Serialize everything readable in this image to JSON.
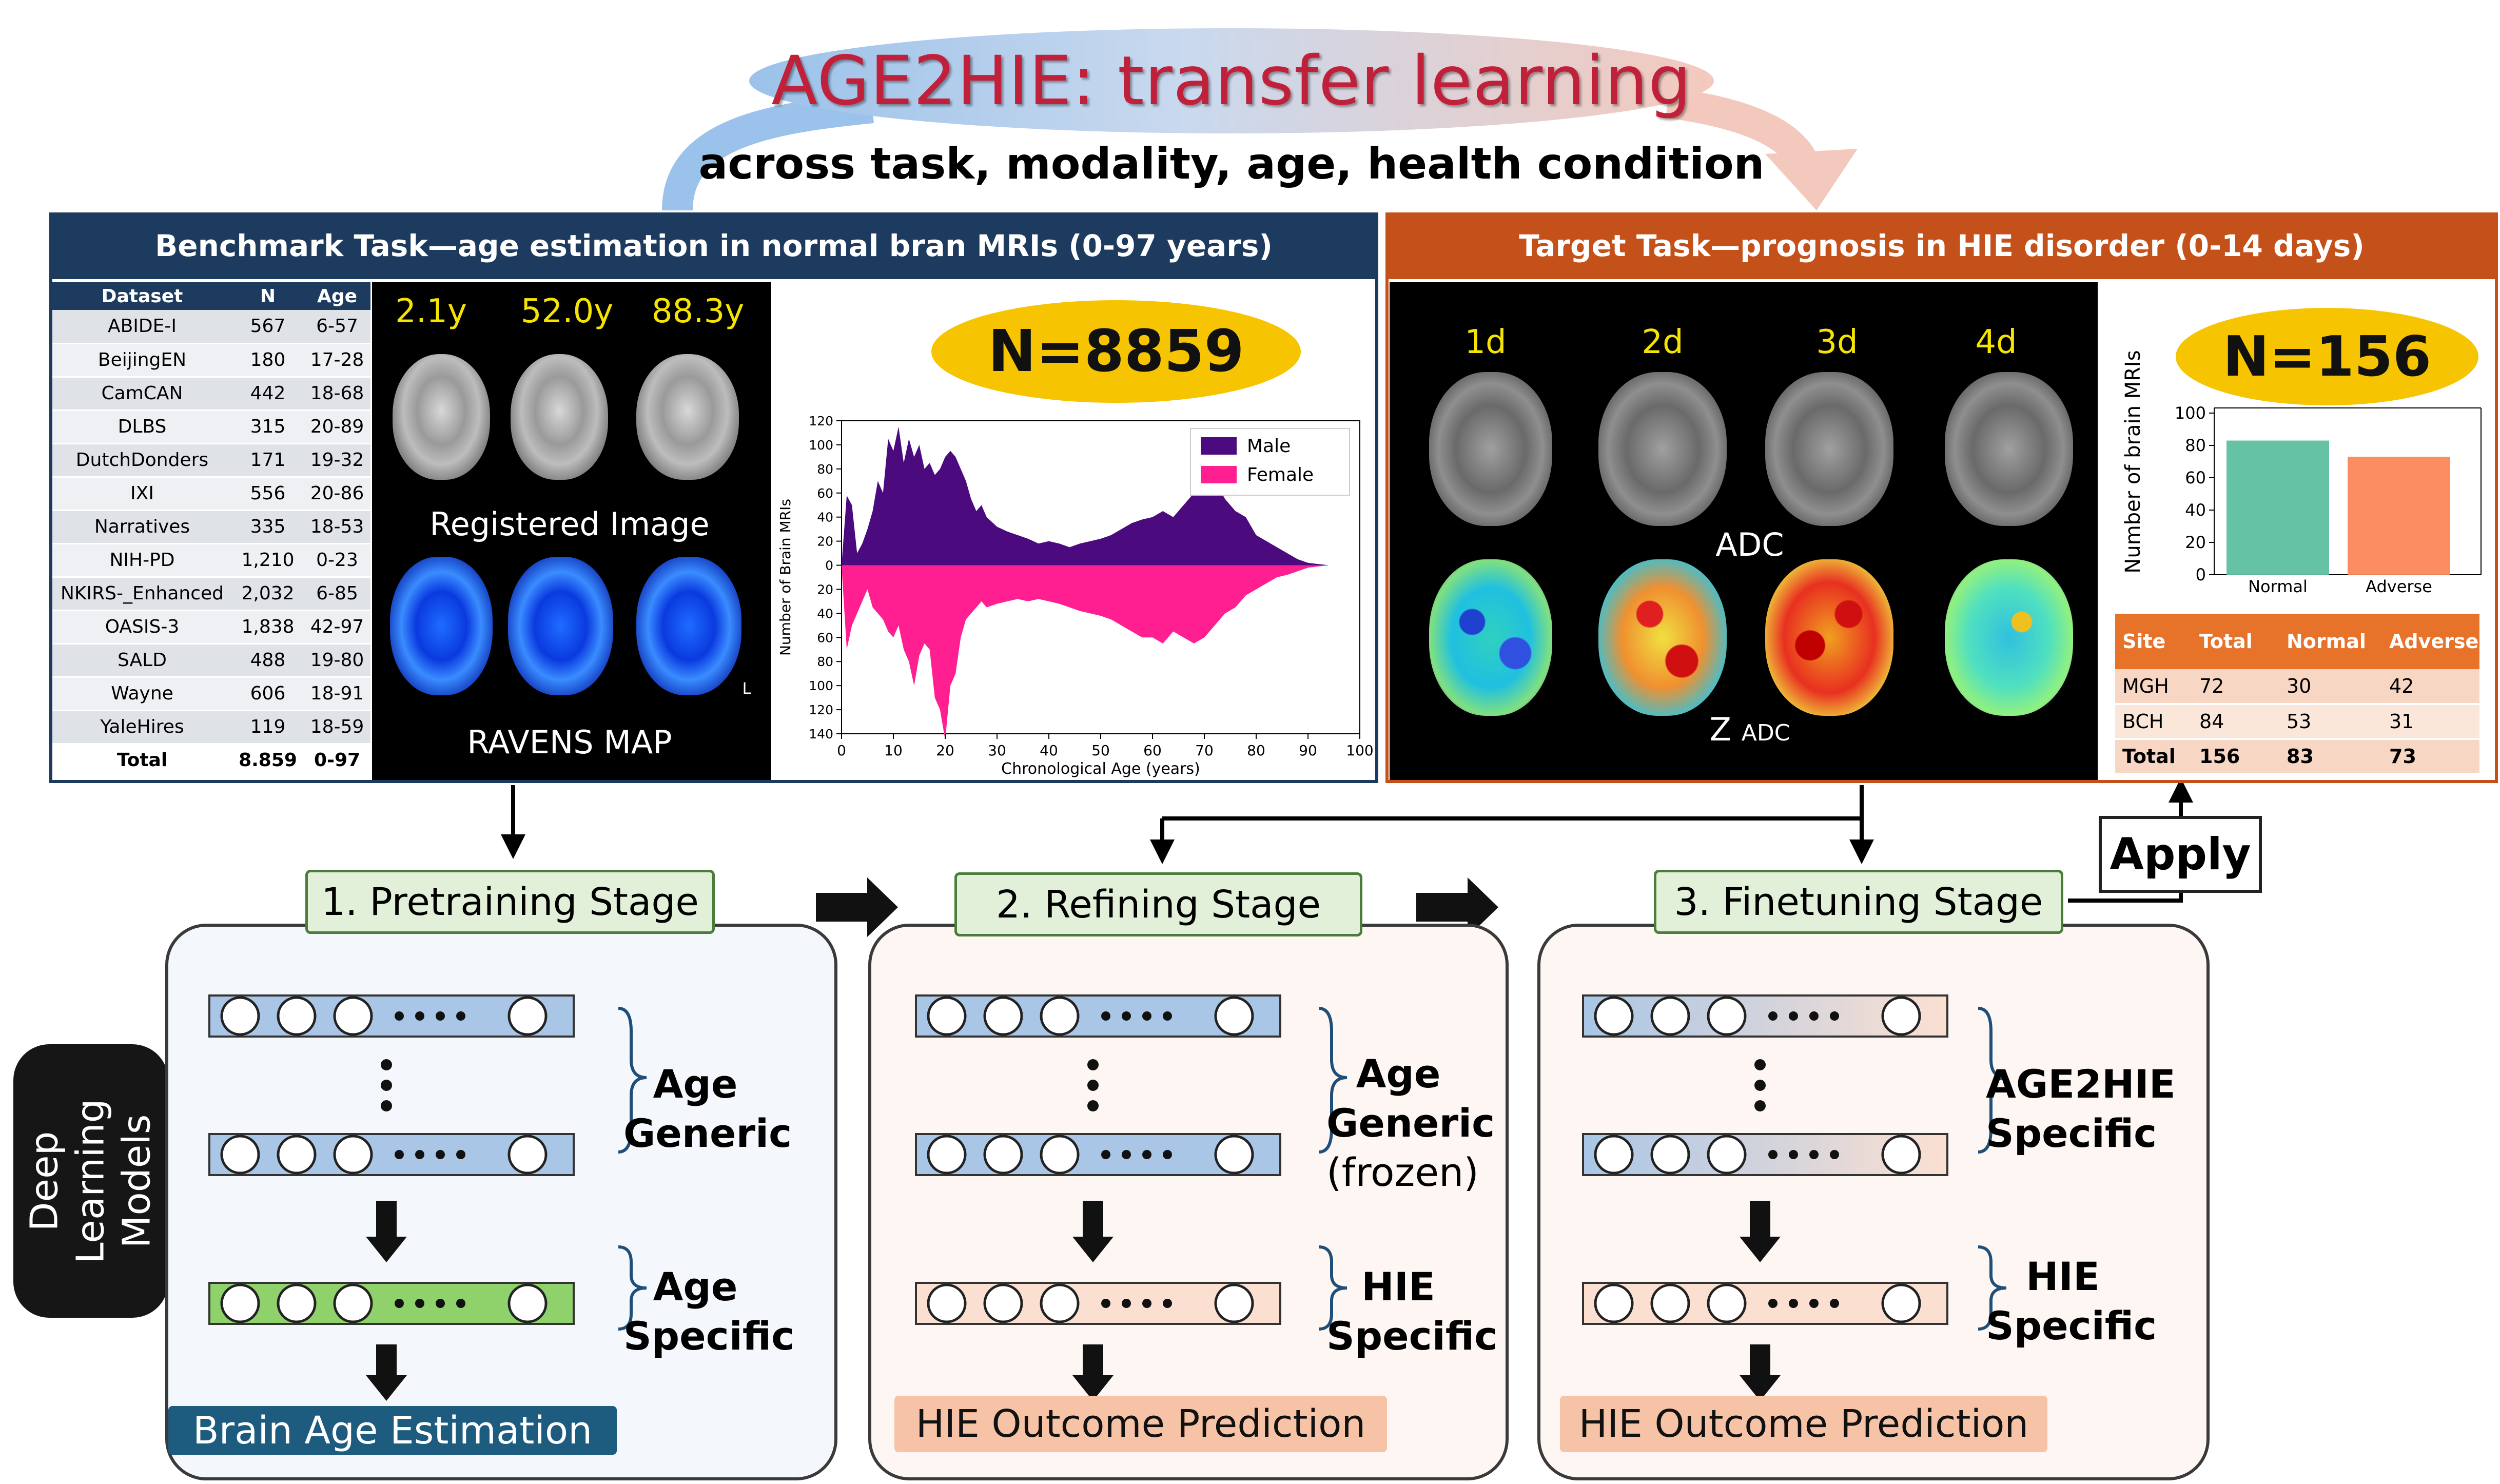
{
  "title": {
    "main": "AGE2HIE: transfer learning",
    "subtitle": "across task, modality, age, health condition"
  },
  "benchmark": {
    "header": "Benchmark Task—age estimation in normal bran MRIs (0-97 years)",
    "table": {
      "headers": [
        "Dataset",
        "N",
        "Age"
      ],
      "rows": [
        [
          "ABIDE-I",
          "567",
          "6-57"
        ],
        [
          "BeijingEN",
          "180",
          "17-28"
        ],
        [
          "CamCAN",
          "442",
          "18-68"
        ],
        [
          "DLBS",
          "315",
          "20-89"
        ],
        [
          "DutchDonders",
          "171",
          "19-32"
        ],
        [
          "IXI",
          "556",
          "20-86"
        ],
        [
          "Narratives",
          "335",
          "18-53"
        ],
        [
          "NIH-PD",
          "1,210",
          "0-23"
        ],
        [
          "NKIRS-_Enhanced",
          "2,032",
          "6-85"
        ],
        [
          "OASIS-3",
          "1,838",
          "42-97"
        ],
        [
          "SALD",
          "488",
          "19-80"
        ],
        [
          "Wayne",
          "606",
          "18-91"
        ],
        [
          "YaleHires",
          "119",
          "18-59"
        ]
      ],
      "total": [
        "Total",
        "8.859",
        "0-97"
      ]
    },
    "ages": [
      "2.1y",
      "52.0y",
      "88.3y"
    ],
    "registered_label": "Registered Image",
    "ravens_label": "RAVENS MAP",
    "orientation_label": "L",
    "n_label": "N=8859"
  },
  "target": {
    "header": "Target Task—prognosis in HIE disorder (0-14 days)",
    "days": [
      "1d",
      "2d",
      "3d",
      "4d"
    ],
    "adc_label": "ADC",
    "z_label": "Z",
    "z_sub": "ADC",
    "n_label": "N=156",
    "table": {
      "headers": [
        "Site",
        "Total",
        "Normal",
        "Adverse"
      ],
      "rows": [
        [
          "MGH",
          "72",
          "30",
          "42"
        ],
        [
          "BCH",
          "84",
          "53",
          "31"
        ]
      ],
      "total": [
        "Total",
        "156",
        "83",
        "73"
      ]
    }
  },
  "chart_data": [
    {
      "type": "area",
      "xlabel": "Chronological Age (years)",
      "ylabel": "Number of Brain MRIs",
      "xlim": [
        0,
        100
      ],
      "ylim": [
        -140,
        120
      ],
      "xticks": [
        0,
        10,
        20,
        30,
        40,
        50,
        60,
        70,
        80,
        90,
        100
      ],
      "yticks": [
        120,
        100,
        80,
        60,
        40,
        20,
        0,
        20,
        40,
        60,
        80,
        100,
        120,
        140
      ],
      "grid": false,
      "legend": "top-right",
      "series": [
        {
          "name": "Male",
          "color": "#4b0a7e",
          "x": [
            0,
            1,
            2,
            3,
            4,
            5,
            6,
            7,
            8,
            9,
            10,
            11,
            12,
            13,
            14,
            15,
            16,
            17,
            18,
            19,
            20,
            21,
            22,
            23,
            24,
            25,
            26,
            27,
            28,
            30,
            32,
            34,
            36,
            38,
            40,
            42,
            44,
            46,
            48,
            50,
            52,
            54,
            56,
            58,
            60,
            62,
            64,
            66,
            68,
            70,
            72,
            74,
            76,
            78,
            80,
            82,
            84,
            86,
            88,
            90,
            92,
            94,
            96,
            98
          ],
          "y": [
            0,
            58,
            50,
            10,
            18,
            30,
            45,
            70,
            60,
            105,
            95,
            115,
            85,
            105,
            90,
            100,
            80,
            85,
            75,
            80,
            90,
            95,
            90,
            80,
            70,
            55,
            45,
            50,
            40,
            32,
            28,
            25,
            22,
            18,
            20,
            18,
            15,
            18,
            20,
            22,
            25,
            30,
            35,
            38,
            40,
            45,
            40,
            50,
            60,
            65,
            70,
            55,
            45,
            40,
            25,
            20,
            15,
            10,
            5,
            2,
            1,
            0,
            0,
            0
          ]
        },
        {
          "name": "Female",
          "color": "#ff1f91",
          "x": [
            0,
            1,
            2,
            3,
            4,
            5,
            6,
            7,
            8,
            9,
            10,
            11,
            12,
            13,
            14,
            15,
            16,
            17,
            18,
            19,
            20,
            21,
            22,
            23,
            24,
            25,
            26,
            27,
            28,
            30,
            32,
            34,
            36,
            38,
            40,
            42,
            44,
            46,
            48,
            50,
            52,
            54,
            56,
            58,
            60,
            62,
            64,
            66,
            68,
            70,
            72,
            74,
            76,
            78,
            80,
            82,
            84,
            86,
            88,
            90,
            92,
            94,
            96,
            98
          ],
          "y": [
            0,
            -70,
            -50,
            -40,
            -30,
            -20,
            -35,
            -40,
            -45,
            -55,
            -60,
            -50,
            -70,
            -80,
            -100,
            -75,
            -65,
            -70,
            -110,
            -120,
            -145,
            -100,
            -90,
            -60,
            -45,
            -40,
            -35,
            -30,
            -35,
            -32,
            -30,
            -28,
            -30,
            -28,
            -30,
            -32,
            -35,
            -38,
            -40,
            -42,
            -45,
            -50,
            -55,
            -60,
            -60,
            -65,
            -55,
            -60,
            -65,
            -60,
            -50,
            -40,
            -35,
            -25,
            -20,
            -15,
            -10,
            -8,
            -5,
            -2,
            -1,
            0,
            0,
            0
          ]
        }
      ]
    },
    {
      "type": "bar",
      "categories": [
        "Normal",
        "Adverse"
      ],
      "values": [
        83,
        73
      ],
      "ylabel": "Number of brain MRIs",
      "ylim": [
        0,
        100
      ],
      "yticks": [
        0,
        20,
        40,
        60,
        80,
        100
      ],
      "colors": [
        "#66c2a5",
        "#fc8d62"
      ]
    }
  ],
  "stages": [
    {
      "label": "1. Pretraining Stage",
      "top_label_1": "Age",
      "top_label_2": "Generic",
      "top_label_3": "",
      "bottom_label_1": "Age",
      "bottom_label_2": "Specific",
      "output": "Brain Age Estimation"
    },
    {
      "label": "2. Refining Stage",
      "top_label_1": "Age",
      "top_label_2": "Generic",
      "top_label_3": "(frozen)",
      "bottom_label_1": "HIE",
      "bottom_label_2": "Specific",
      "output": "HIE Outcome Prediction"
    },
    {
      "label": "3. Finetuning Stage",
      "top_label_1": "AGE2HIE",
      "top_label_2": "Specific",
      "top_label_3": "",
      "bottom_label_1": "HIE",
      "bottom_label_2": "Specific",
      "output": "HIE Outcome Prediction"
    }
  ],
  "apply_label": "Apply",
  "dl_models": "Deep\nLearning\nModels",
  "colors": {
    "bench_header": "#1d3a5f",
    "target_header": "#c5511a",
    "title_text": "#c0203a",
    "n_ellipse": "#f6c400",
    "layer_blue": "#a9c6e6",
    "layer_green": "#8fd16a",
    "layer_peach": "#fbe0d2",
    "output_blue": "#1d5b7f",
    "output_peach": "#f6c3a6"
  }
}
